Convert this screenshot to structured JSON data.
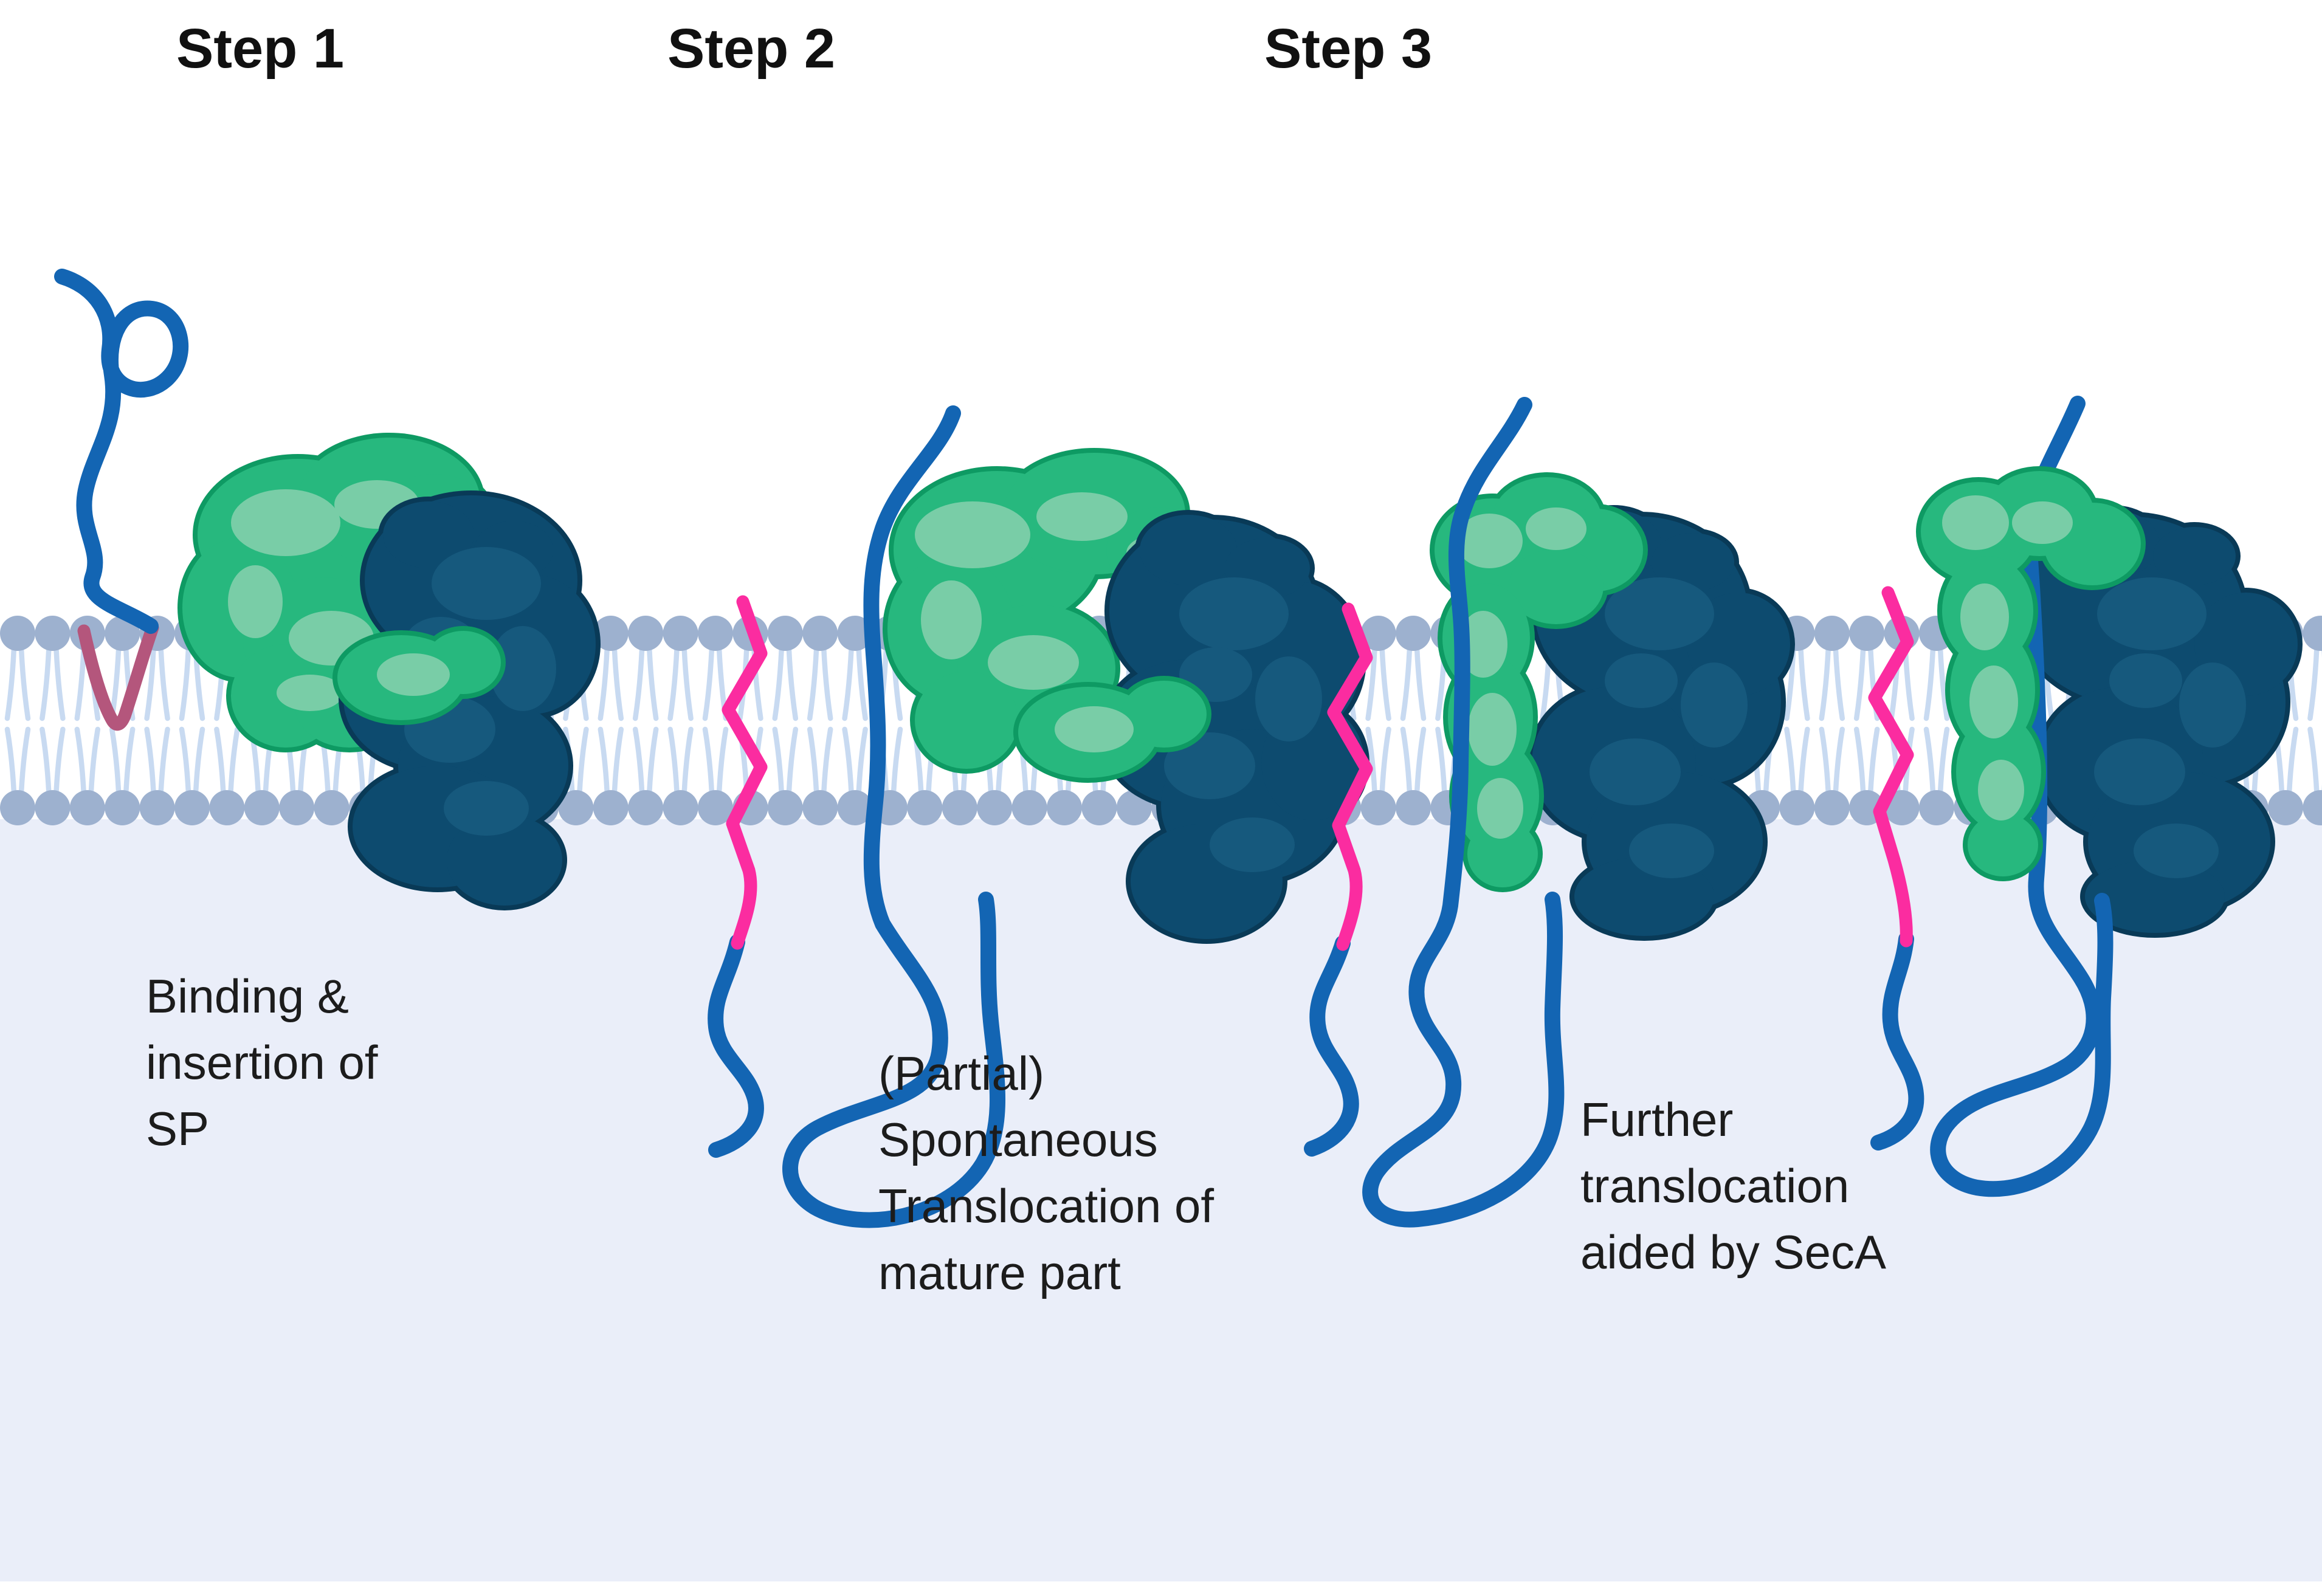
{
  "steps": [
    {
      "label": "Step 1",
      "caption": "Binding &\ninsertion of\nSP"
    },
    {
      "label": "Step 2",
      "caption": "(Partial)\nSpontaneous\nTranslocation of\nmature part"
    },
    {
      "label": "Step 3",
      "caption": "Further\ntranslocation\naided by SecA"
    }
  ],
  "palette": {
    "background_top": "#ffffff",
    "background_bottom": "#eaeef9",
    "lipid_head": "#9db1cf",
    "lipid_tail": "#c8daf1",
    "polypeptide_blue": "#1365b3",
    "signal_peptide_pink": "#fb2ca0",
    "signal_peptide_maroon": "#b4567c",
    "protein_green": "#27b87e",
    "protein_green_light": "#79cda7",
    "protein_green_outline": "#0e9a63",
    "protein_navy": "#0d4b6f",
    "protein_navy_light": "#16597d",
    "protein_navy_outline": "#093a57",
    "text_color": "#1c1c1c"
  }
}
